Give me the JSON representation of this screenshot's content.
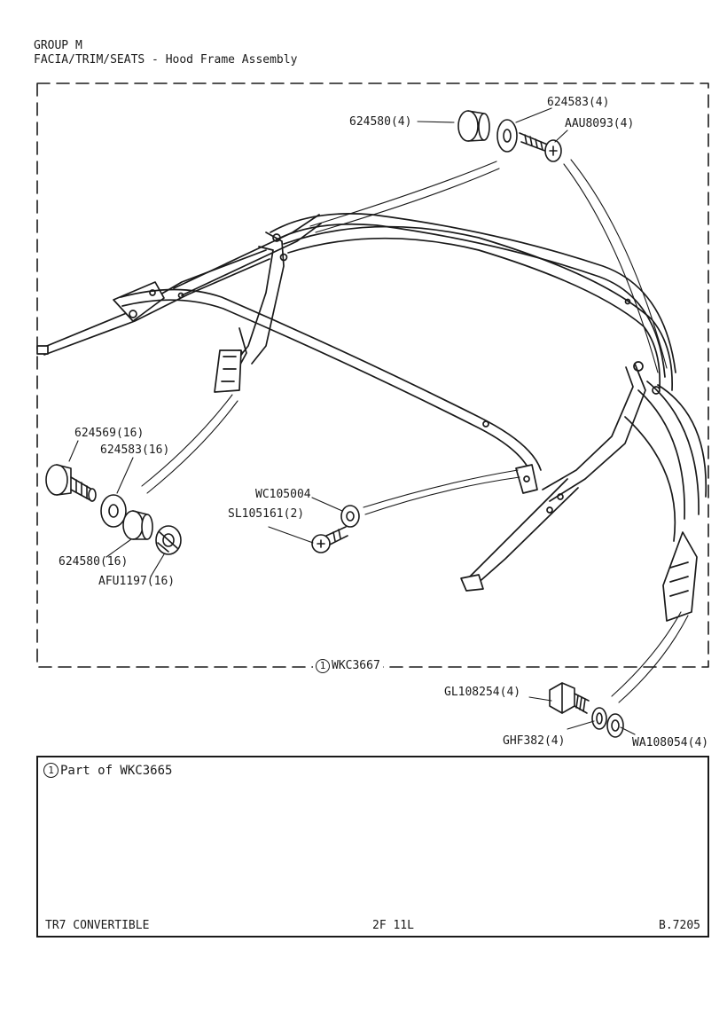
{
  "header": {
    "group": "GROUP M",
    "title": "FACIA/TRIM/SEATS - Hood Frame Assembly"
  },
  "assembly": {
    "callout_number": "1",
    "part_number": "WKC3667"
  },
  "callouts": {
    "top_bush": "624580(4)",
    "top_washer": "624583(4)",
    "top_screw": "AAU8093(4)",
    "left_bolt": "624569(16)",
    "left_washer": "624583(16)",
    "left_bush": "624580(16)",
    "left_nut": "AFU1197(16)",
    "mid_washer": "WC105004",
    "mid_screw": "SL105161(2)",
    "bottom_bolt": "GL108254(4)",
    "bottom_washer": "GHF382(4)",
    "bottom_plain_washer": "WA108054(4)"
  },
  "notes": {
    "callout_number": "1",
    "text": "Part of WKC3665"
  },
  "footer": {
    "model": "TR7 CONVERTIBLE",
    "fiche": "2F 11L",
    "page": "B.7205"
  }
}
